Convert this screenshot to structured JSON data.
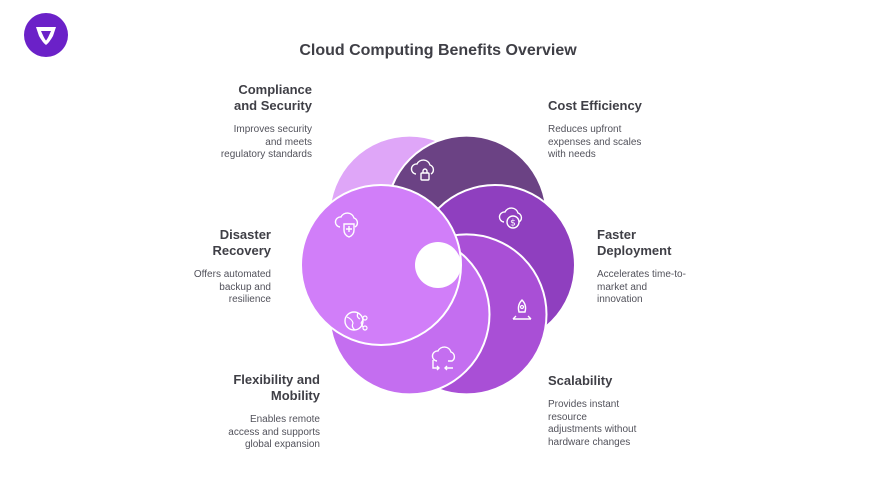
{
  "title": "Cloud Computing Benefits Overview",
  "logo_icon": "shield-v-logo",
  "colors": {
    "compliance": "#dfa6f8",
    "cost": "#6b4284",
    "faster": "#8f3fbf",
    "scalability": "#a94fd6",
    "flexibility": "#c46ef0",
    "disaster": "#d17ef9"
  },
  "benefits": [
    {
      "key": "compliance",
      "title_lines": [
        "Compliance",
        "and Security"
      ],
      "desc_lines": [
        "Improves security",
        "and meets",
        "regulatory standards"
      ],
      "icon": "cloud-lock-icon"
    },
    {
      "key": "cost",
      "title_lines": [
        "Cost Efficiency"
      ],
      "desc_lines": [
        "Reduces upfront",
        "expenses and scales",
        "with needs"
      ],
      "icon": "cloud-dollar-icon"
    },
    {
      "key": "faster",
      "title_lines": [
        "Faster",
        "Deployment"
      ],
      "desc_lines": [
        "Accelerates time-to-",
        "market and",
        "innovation"
      ],
      "icon": "rocket-icon"
    },
    {
      "key": "scalability",
      "title_lines": [
        "Scalability"
      ],
      "desc_lines": [
        "Provides instant",
        "resource",
        "adjustments without",
        "hardware changes"
      ],
      "icon": "cloud-arrows-icon"
    },
    {
      "key": "flexibility",
      "title_lines": [
        "Flexibility and",
        "Mobility"
      ],
      "desc_lines": [
        "Enables remote",
        "access and supports",
        "global expansion"
      ],
      "icon": "globe-network-icon"
    },
    {
      "key": "disaster",
      "title_lines": [
        "Disaster",
        "Recovery"
      ],
      "desc_lines": [
        "Offers automated",
        "backup and",
        "resilience"
      ],
      "icon": "cloud-plus-icon"
    }
  ]
}
